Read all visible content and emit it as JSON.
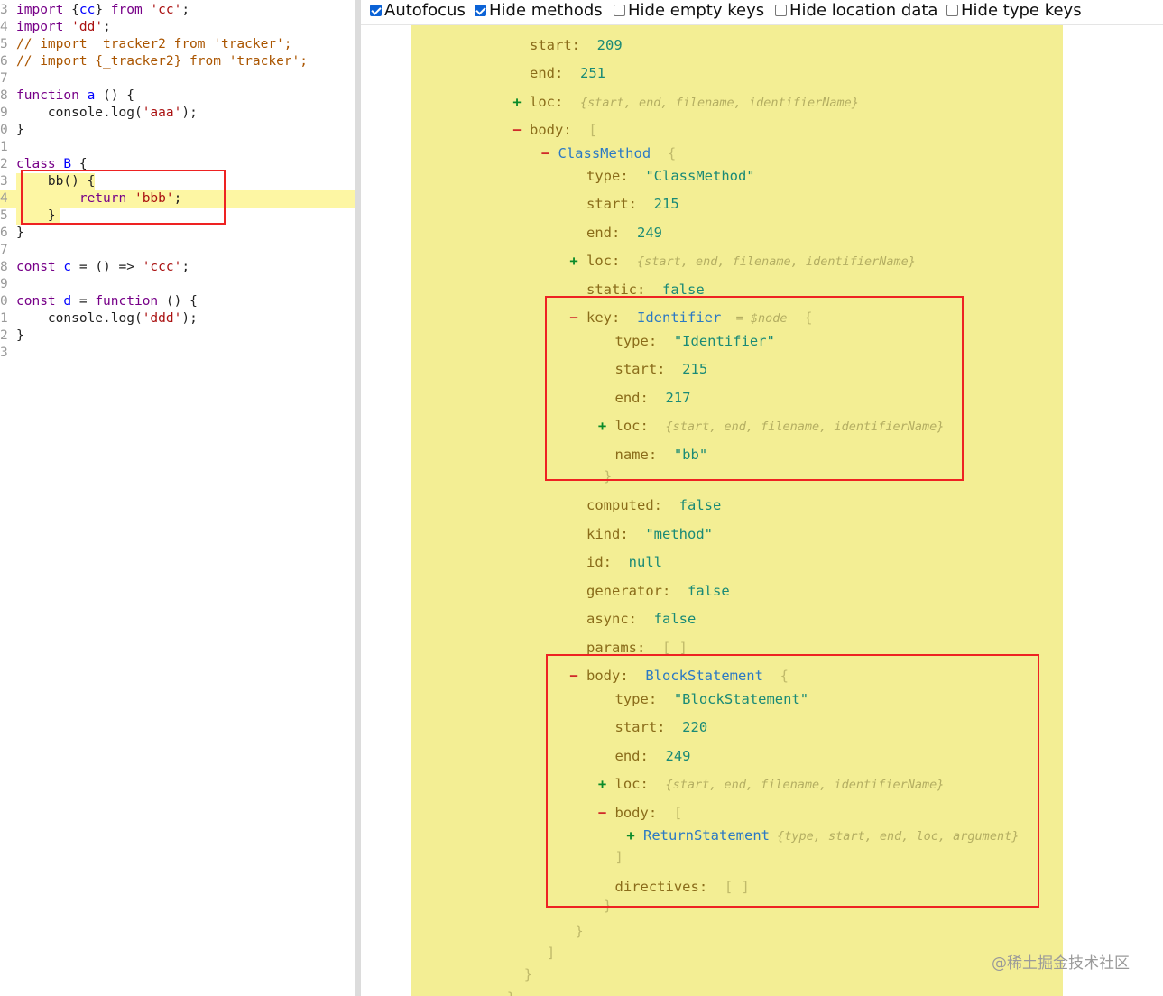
{
  "editor": {
    "lines": [
      {
        "n": "3",
        "t": [
          [
            "kw",
            "import"
          ],
          [
            "var",
            " {"
          ],
          [
            "def",
            "cc"
          ],
          [
            "var",
            "} "
          ],
          [
            "kw",
            "from"
          ],
          [
            "var",
            " "
          ],
          [
            "str",
            "'cc'"
          ],
          [
            "var",
            ";"
          ]
        ]
      },
      {
        "n": "4",
        "t": [
          [
            "kw",
            "import"
          ],
          [
            "var",
            " "
          ],
          [
            "str",
            "'dd'"
          ],
          [
            "var",
            ";"
          ]
        ]
      },
      {
        "n": "5",
        "t": [
          [
            "cm",
            "// import _tracker2 from 'tracker';"
          ]
        ]
      },
      {
        "n": "6",
        "t": [
          [
            "cm",
            "// import {_tracker2} from 'tracker';"
          ]
        ]
      },
      {
        "n": "7",
        "t": []
      },
      {
        "n": "8",
        "t": [
          [
            "kw",
            "function"
          ],
          [
            "var",
            " "
          ],
          [
            "def",
            "a"
          ],
          [
            "var",
            " () {"
          ]
        ]
      },
      {
        "n": "9",
        "t": [
          [
            "var",
            "    console.log("
          ],
          [
            "str",
            "'aaa'"
          ],
          [
            "var",
            ");"
          ]
        ]
      },
      {
        "n": "0",
        "t": [
          [
            "var",
            "}"
          ]
        ]
      },
      {
        "n": "1",
        "t": []
      },
      {
        "n": "2",
        "t": [
          [
            "kw",
            "class"
          ],
          [
            "var",
            " "
          ],
          [
            "def",
            "B"
          ],
          [
            "var",
            " {"
          ]
        ]
      },
      {
        "n": "3",
        "t": [
          [
            "var",
            "    bb() {"
          ]
        ],
        "hl": "text"
      },
      {
        "n": "4",
        "t": [
          [
            "var",
            "        "
          ],
          [
            "kw",
            "return"
          ],
          [
            "var",
            " "
          ],
          [
            "str",
            "'bbb'"
          ],
          [
            "var",
            ";"
          ]
        ],
        "hl": "full"
      },
      {
        "n": "5",
        "t": [
          [
            "var",
            "    }"
          ]
        ],
        "hl": "brace"
      },
      {
        "n": "6",
        "t": [
          [
            "var",
            "}"
          ]
        ]
      },
      {
        "n": "7",
        "t": []
      },
      {
        "n": "8",
        "t": [
          [
            "kw",
            "const"
          ],
          [
            "var",
            " "
          ],
          [
            "def",
            "c"
          ],
          [
            "var",
            " = () => "
          ],
          [
            "str",
            "'ccc'"
          ],
          [
            "var",
            ";"
          ]
        ]
      },
      {
        "n": "9",
        "t": []
      },
      {
        "n": "0",
        "t": [
          [
            "kw",
            "const"
          ],
          [
            "var",
            " "
          ],
          [
            "def",
            "d"
          ],
          [
            "var",
            " = "
          ],
          [
            "kw",
            "function"
          ],
          [
            "var",
            " () {"
          ]
        ]
      },
      {
        "n": "1",
        "t": [
          [
            "var",
            "    console.log("
          ],
          [
            "str",
            "'ddd'"
          ],
          [
            "var",
            ");"
          ]
        ]
      },
      {
        "n": "2",
        "t": [
          [
            "var",
            "}"
          ]
        ]
      },
      {
        "n": "3",
        "t": []
      }
    ]
  },
  "toolbar": {
    "options": [
      {
        "label": "Autofocus",
        "checked": true
      },
      {
        "label": "Hide methods",
        "checked": true
      },
      {
        "label": "Hide empty keys",
        "checked": false
      },
      {
        "label": "Hide location data",
        "checked": false
      },
      {
        "label": "Hide type keys",
        "checked": false
      }
    ]
  },
  "tree": {
    "lines": [
      {
        "lvl": 0,
        "toggle": "",
        "k": "start",
        "v": [
          [
            "n",
            "209"
          ]
        ]
      },
      {
        "lvl": 0,
        "toggle": "",
        "k": "end",
        "v": [
          [
            "n",
            "251"
          ]
        ]
      },
      {
        "lvl": 0,
        "toggle": "+",
        "k": "loc",
        "v": [
          [
            "pv",
            "{start, end, filename, identifierName}"
          ]
        ]
      },
      {
        "lvl": 0,
        "toggle": "-",
        "k": "body",
        "v": [
          [
            "p",
            "["
          ]
        ]
      },
      {
        "lvl": 1,
        "toggle": "-",
        "k": "",
        "v": [
          [
            "t",
            "ClassMethod"
          ],
          [
            "p",
            "  {"
          ]
        ]
      },
      {
        "lvl": 2,
        "toggle": "",
        "k": "type",
        "v": [
          [
            "s",
            "\"ClassMethod\""
          ]
        ]
      },
      {
        "lvl": 2,
        "toggle": "",
        "k": "start",
        "v": [
          [
            "n",
            "215"
          ]
        ]
      },
      {
        "lvl": 2,
        "toggle": "",
        "k": "end",
        "v": [
          [
            "n",
            "249"
          ]
        ]
      },
      {
        "lvl": 2,
        "toggle": "+",
        "k": "loc",
        "v": [
          [
            "pv",
            "{start, end, filename, identifierName}"
          ]
        ]
      },
      {
        "lvl": 2,
        "toggle": "",
        "k": "static",
        "v": [
          [
            "n",
            "false"
          ]
        ]
      },
      {
        "lvl": 2,
        "toggle": "-",
        "k": "key",
        "v": [
          [
            "t",
            "Identifier"
          ],
          [
            "pv",
            "  = $node"
          ],
          [
            "p",
            "  {"
          ]
        ]
      },
      {
        "lvl": 3,
        "toggle": "",
        "k": "type",
        "v": [
          [
            "s",
            "\"Identifier\""
          ]
        ]
      },
      {
        "lvl": 3,
        "toggle": "",
        "k": "start",
        "v": [
          [
            "n",
            "215"
          ]
        ]
      },
      {
        "lvl": 3,
        "toggle": "",
        "k": "end",
        "v": [
          [
            "n",
            "217"
          ]
        ]
      },
      {
        "lvl": 3,
        "toggle": "+",
        "k": "loc",
        "v": [
          [
            "pv",
            "{start, end, filename, identifierName}"
          ]
        ]
      },
      {
        "lvl": 3,
        "toggle": "",
        "k": "name",
        "v": [
          [
            "s",
            "\"bb\""
          ]
        ]
      },
      {
        "lvl": 2.6,
        "toggle": "",
        "k": "",
        "v": [
          [
            "p",
            "}"
          ]
        ]
      },
      {
        "lvl": 2,
        "toggle": "",
        "k": "computed",
        "v": [
          [
            "n",
            "false"
          ]
        ]
      },
      {
        "lvl": 2,
        "toggle": "",
        "k": "kind",
        "v": [
          [
            "s",
            "\"method\""
          ]
        ]
      },
      {
        "lvl": 2,
        "toggle": "",
        "k": "id",
        "v": [
          [
            "n",
            "null"
          ]
        ]
      },
      {
        "lvl": 2,
        "toggle": "",
        "k": "generator",
        "v": [
          [
            "n",
            "false"
          ]
        ]
      },
      {
        "lvl": 2,
        "toggle": "",
        "k": "async",
        "v": [
          [
            "n",
            "false"
          ]
        ]
      },
      {
        "lvl": 2,
        "toggle": "",
        "k": "params",
        "v": [
          [
            "p",
            "[ ]"
          ]
        ]
      },
      {
        "lvl": 2,
        "toggle": "-",
        "k": "body",
        "v": [
          [
            "t",
            "BlockStatement"
          ],
          [
            "p",
            "  {"
          ]
        ]
      },
      {
        "lvl": 3,
        "toggle": "",
        "k": "type",
        "v": [
          [
            "s",
            "\"BlockStatement\""
          ]
        ]
      },
      {
        "lvl": 3,
        "toggle": "",
        "k": "start",
        "v": [
          [
            "n",
            "220"
          ]
        ]
      },
      {
        "lvl": 3,
        "toggle": "",
        "k": "end",
        "v": [
          [
            "n",
            "249"
          ]
        ]
      },
      {
        "lvl": 3,
        "toggle": "+",
        "k": "loc",
        "v": [
          [
            "pv",
            "{start, end, filename, identifierName}"
          ]
        ]
      },
      {
        "lvl": 3,
        "toggle": "-",
        "k": "body",
        "v": [
          [
            "p",
            "["
          ]
        ]
      },
      {
        "lvl": 4,
        "toggle": "+",
        "k": "",
        "v": [
          [
            "t",
            "ReturnStatement"
          ],
          [
            "pv",
            " {type, start, end, loc, argument}"
          ]
        ]
      },
      {
        "lvl": 3,
        "toggle": "",
        "k": "",
        "v": [
          [
            "p",
            "]"
          ]
        ]
      },
      {
        "lvl": 3,
        "toggle": "",
        "k": "directives",
        "v": [
          [
            "p",
            "[ ]"
          ]
        ]
      },
      {
        "lvl": 2.6,
        "toggle": "",
        "k": "",
        "v": [
          [
            "p",
            "}"
          ]
        ]
      },
      {
        "lvl": 1.6,
        "toggle": "",
        "k": "",
        "v": [
          [
            "p",
            "}"
          ]
        ]
      },
      {
        "lvl": 0.6,
        "toggle": "",
        "k": "",
        "v": [
          [
            "p",
            "]"
          ]
        ]
      },
      {
        "lvl": -0.2,
        "toggle": "",
        "k": "",
        "v": [
          [
            "p",
            "}"
          ]
        ]
      },
      {
        "lvl": -0.8,
        "toggle": "",
        "k": "",
        "v": [
          [
            "p",
            "}"
          ]
        ]
      }
    ]
  },
  "watermark": "@稀土掘金技术社区",
  "colors": {
    "tree_bg": "#f3ee94",
    "highlight": "#fdf6a3",
    "box": "#e22222"
  }
}
